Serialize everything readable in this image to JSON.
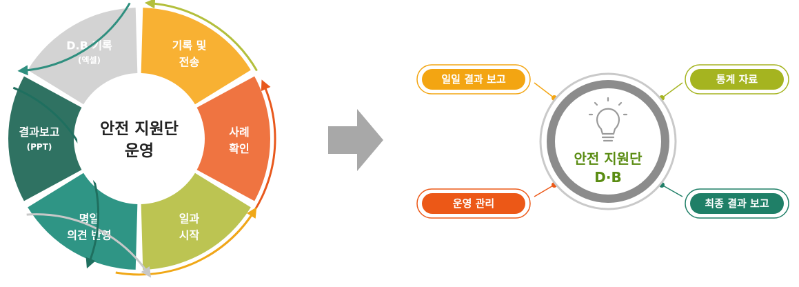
{
  "cycle": {
    "center_line1": "안전 지원단",
    "center_line2": "운영",
    "segments": [
      {
        "line1": "기록 및",
        "line2": "전송",
        "color": "#f8b133"
      },
      {
        "line1": "사례",
        "line2": "확인",
        "color": "#ef7441"
      },
      {
        "line1": "일과",
        "line2": "시작",
        "color": "#bcc452"
      },
      {
        "line1": "명일",
        "line2": "의견 반영",
        "color": "#2f9585"
      },
      {
        "line1": "결과보고",
        "line2": "(PPT)",
        "color": "#2f7262"
      },
      {
        "line1": "D.B 기록",
        "line2": "(엑셀)",
        "color": "#d3d3d3"
      }
    ],
    "arrow_colors": [
      "#b3bf3c",
      "#e8581c",
      "#f0a818",
      "#c8c8c8",
      "#1f6f5f",
      "#2f8f7f"
    ]
  },
  "db": {
    "title_line1": "안전 지원단",
    "title_line2": "D·B",
    "accent": "#5a8c12",
    "items": [
      {
        "label": "일일 결과 보고",
        "color": "#f3a512"
      },
      {
        "label": "통계 자료",
        "color": "#a5b420"
      },
      {
        "label": "운영 관리",
        "color": "#ec5817"
      },
      {
        "label": "최종 결과 보고",
        "color": "#1f7f67"
      }
    ]
  }
}
